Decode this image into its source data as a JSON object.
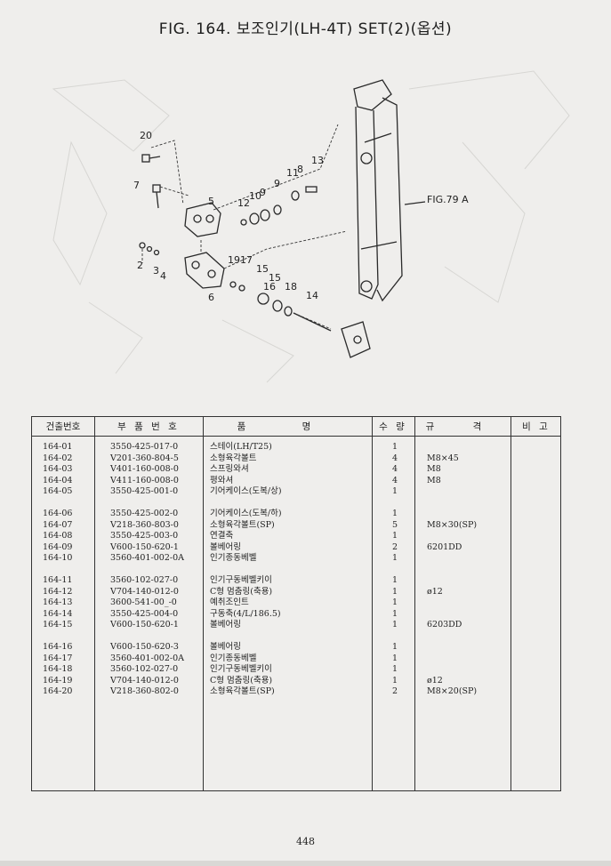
{
  "title": "FIG. 164.  보조인기(LH-4T) SET(2)(옵션)",
  "diagram": {
    "fig_ref": "FIG.79 A",
    "callouts": [
      "20",
      "7",
      "2",
      "3",
      "4",
      "5",
      "6",
      "12",
      "10",
      "9",
      "11",
      "8",
      "13",
      "19",
      "17",
      "15",
      "16",
      "18",
      "14"
    ]
  },
  "table": {
    "headers": {
      "code": "건출번호",
      "part_no": "부 품 번 호",
      "name": "품 명",
      "qty": "수 량",
      "spec": "규 격",
      "note": "비 고"
    },
    "groups": [
      [
        {
          "code": "164-01",
          "part_no": "3550-425-017-0",
          "name": "스테이(LH/T25)",
          "qty": "1",
          "spec": ""
        },
        {
          "code": "164-02",
          "part_no": "V201-360-804-5",
          "name": "소형육각볼트",
          "qty": "4",
          "spec": "M8×45"
        },
        {
          "code": "164-03",
          "part_no": "V401-160-008-0",
          "name": "스프링와셔",
          "qty": "4",
          "spec": "M8"
        },
        {
          "code": "164-04",
          "part_no": "V411-160-008-0",
          "name": "평와셔",
          "qty": "4",
          "spec": "M8"
        },
        {
          "code": "164-05",
          "part_no": "3550-425-001-0",
          "name": "기어케이스(도복/상)",
          "qty": "1",
          "spec": ""
        }
      ],
      [
        {
          "code": "164-06",
          "part_no": "3550-425-002-0",
          "name": "기어케이스(도복/하)",
          "qty": "1",
          "spec": ""
        },
        {
          "code": "164-07",
          "part_no": "V218-360-803-0",
          "name": "소형육각볼트(SP)",
          "qty": "5",
          "spec": "M8×30(SP)"
        },
        {
          "code": "164-08",
          "part_no": "3550-425-003-0",
          "name": "연결축",
          "qty": "1",
          "spec": ""
        },
        {
          "code": "164-09",
          "part_no": "V600-150-620-1",
          "name": "볼베어링",
          "qty": "2",
          "spec": "6201DD"
        },
        {
          "code": "164-10",
          "part_no": "3560-401-002-0A",
          "name": "인기종동베벨",
          "qty": "1",
          "spec": ""
        }
      ],
      [
        {
          "code": "164-11",
          "part_no": "3560-102-027-0",
          "name": "인기구동베벨키이",
          "qty": "1",
          "spec": ""
        },
        {
          "code": "164-12",
          "part_no": "V704-140-012-0",
          "name": "C형 멈춤링(축용)",
          "qty": "1",
          "spec": "ø12"
        },
        {
          "code": "164-13",
          "part_no": "3600-541-00_-0",
          "name": "예취조인트",
          "qty": "1",
          "spec": ""
        },
        {
          "code": "164-14",
          "part_no": "3550-425-004-0",
          "name": "구동축(4/L/186.5)",
          "qty": "1",
          "spec": ""
        },
        {
          "code": "164-15",
          "part_no": "V600-150-620-1",
          "name": "볼베어링",
          "qty": "1",
          "spec": "6203DD"
        }
      ],
      [
        {
          "code": "164-16",
          "part_no": "V600-150-620-3",
          "name": "볼베어링",
          "qty": "1",
          "spec": ""
        },
        {
          "code": "164-17",
          "part_no": "3560-401-002-0A",
          "name": "인기종동베벨",
          "qty": "1",
          "spec": ""
        },
        {
          "code": "164-18",
          "part_no": "3560-102-027-0",
          "name": "인기구동베벨키이",
          "qty": "1",
          "spec": ""
        },
        {
          "code": "164-19",
          "part_no": "V704-140-012-0",
          "name": "C형 멈춤링(축용)",
          "qty": "1",
          "spec": "ø12"
        },
        {
          "code": "164-20",
          "part_no": "V218-360-802-0",
          "name": "소형육각볼트(SP)",
          "qty": "2",
          "spec": "M8×20(SP)"
        }
      ]
    ]
  },
  "page_number": "448"
}
